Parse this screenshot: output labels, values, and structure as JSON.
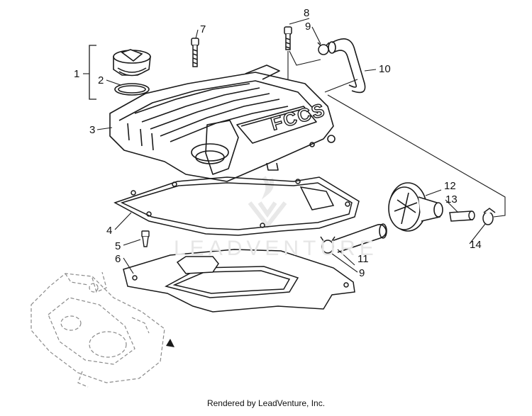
{
  "callouts": {
    "c1": "1",
    "c2": "2",
    "c3": "3",
    "c4": "4",
    "c5": "5",
    "c6": "6",
    "c7": "7",
    "c8": "8",
    "c9a": "9",
    "c9b": "9",
    "c10": "10",
    "c11": "11",
    "c12": "12",
    "c13": "13",
    "c14": "14"
  },
  "cover_logo": "FCCS",
  "watermark": "LEADVENTURE",
  "footer": "Rendered by LeadVenture, Inc.",
  "colors": {
    "line": "#1a1a1a",
    "ghost": "#8a8a8a",
    "watermark": "#e6e6e6"
  }
}
